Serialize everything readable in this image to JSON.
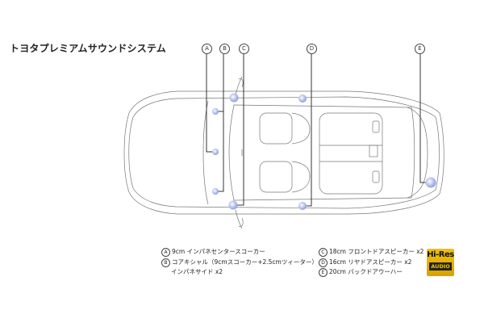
{
  "title": "トヨタプレミアムサウンドシステム",
  "markers": [
    "A",
    "B",
    "C",
    "D",
    "E"
  ],
  "legend": {
    "left": [
      {
        "marker": "A",
        "text": "9cm インパネセンタースコーカー"
      },
      {
        "marker": "B",
        "text": "コアキシャル（9cmスコーカー+2.5cmツィーター）",
        "text2": "インパネサイド x2"
      }
    ],
    "right": [
      {
        "marker": "C",
        "text": "18cm フロントドアスピーカー x2"
      },
      {
        "marker": "D",
        "text": "16cm リヤドアスピーカー x2"
      },
      {
        "marker": "E",
        "text": "20cm バックドアウーハー"
      }
    ]
  },
  "logo": {
    "line1": "Hi-Res",
    "line2": "AUDIO",
    "color": "#e6b000"
  },
  "colors": {
    "speaker": "#a9b8ec",
    "line": "#333333"
  }
}
